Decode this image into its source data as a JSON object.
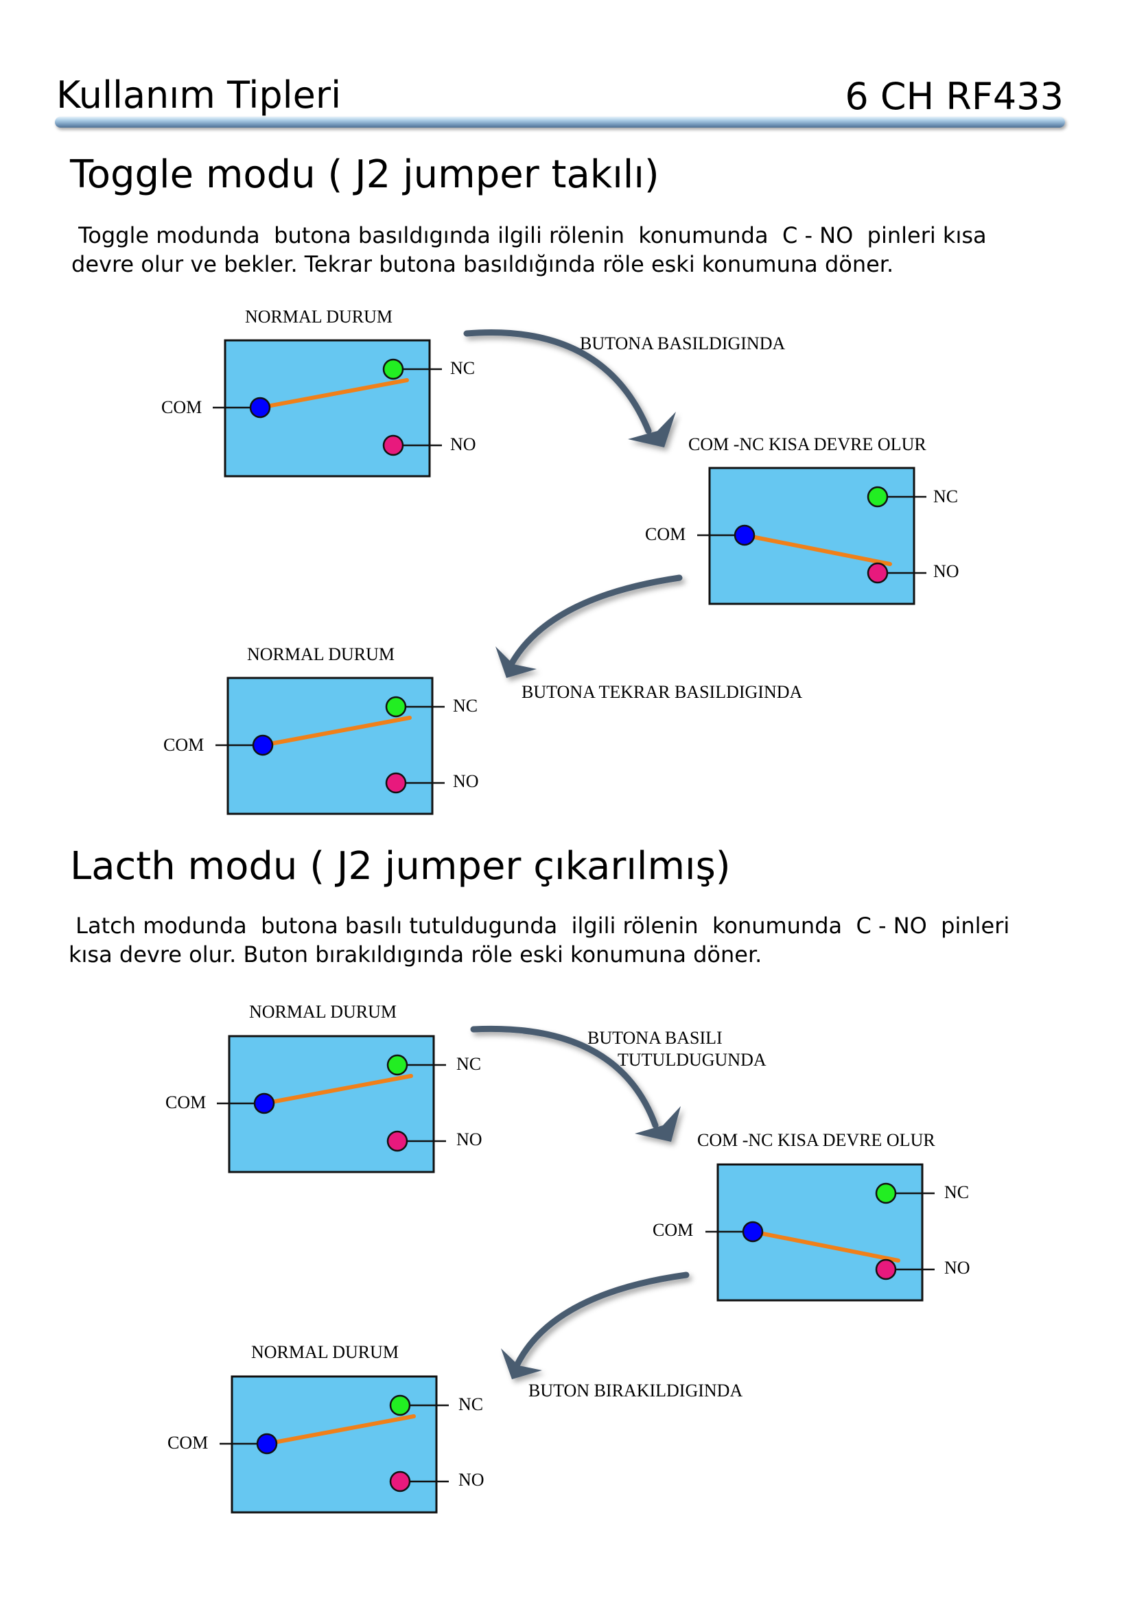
{
  "header": {
    "title": "Kullanım Tipleri",
    "product": "6 CH RF433"
  },
  "toggle": {
    "title": "Toggle modu ( J2 jumper takılı)",
    "paragraph": [
      " Toggle modunda  butona basıldıgında ilgili rölenin  konumunda  C - NO  pinleri kısa",
      "devre olur ve bekler. Tekrar butona basıldığında röle eski konumuna döner."
    ],
    "diagrams": [
      {
        "caption": "NORMAL DURUM",
        "com": "COM",
        "nc": "NC",
        "no": "NO",
        "state": "normal"
      },
      {
        "caption": "COM -NC KISA DEVRE OLUR",
        "com": "COM",
        "nc": "NC",
        "no": "NO",
        "state": "active"
      },
      {
        "caption": "NORMAL DURUM",
        "com": "COM",
        "nc": "NC",
        "no": "NO",
        "state": "normal"
      }
    ],
    "arrows": [
      "BUTONA BASILDIGINDA",
      "BUTONA TEKRAR BASILDIGINDA"
    ]
  },
  "latch": {
    "title": "Lacth modu ( J2 jumper çıkarılmış)",
    "paragraph": [
      " Latch modunda  butona basılı tutuldugunda  ilgili rölenin  konumunda  C - NO  pinleri",
      "kısa devre olur. Buton bırakıldıgında röle eski konumuna döner."
    ],
    "diagrams": [
      {
        "caption": "NORMAL DURUM",
        "com": "COM",
        "nc": "NC",
        "no": "NO",
        "state": "normal"
      },
      {
        "caption": "COM -NC KISA DEVRE OLUR",
        "com": "COM",
        "nc": "NC",
        "no": "NO",
        "state": "active"
      },
      {
        "caption": "NORMAL DURUM",
        "com": "COM",
        "nc": "NC",
        "no": "NO",
        "state": "normal"
      }
    ],
    "arrows": [
      "BUTONA BASILI",
      "TUTULDUGUNDA",
      "BUTON BIRAKILDIGINDA"
    ]
  },
  "colors": {
    "box_fill": "#66c7f1",
    "com_terminal": "#0000ff",
    "nc_terminal": "#22ee22",
    "no_terminal": "#e8197d",
    "contact_arm": "#f08019",
    "arrow": "#4a5b70"
  }
}
